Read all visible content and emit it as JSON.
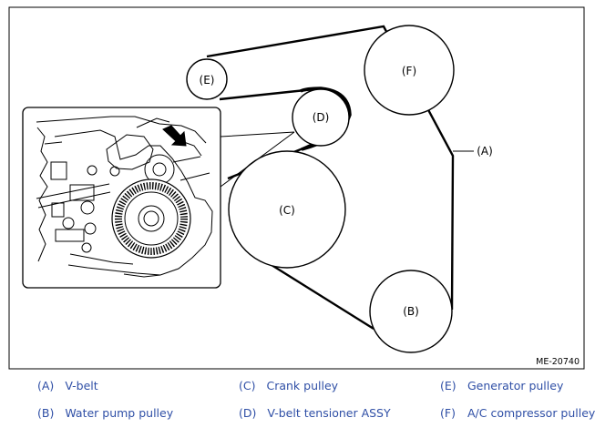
{
  "diagram": {
    "figure_id": "ME-20740",
    "pulley_labels": {
      "A": "(A)",
      "B": "(B)",
      "C": "(C)",
      "D": "(D)",
      "E": "(E)",
      "F": "(F)"
    }
  },
  "legend": [
    {
      "key": "(A)",
      "text": "V-belt"
    },
    {
      "key": "(B)",
      "text": "Water pump pulley"
    },
    {
      "key": "(C)",
      "text": "Crank pulley"
    },
    {
      "key": "(D)",
      "text": "V-belt tensioner ASSY"
    },
    {
      "key": "(E)",
      "text": "Generator pulley"
    },
    {
      "key": "(F)",
      "text": "A/C compressor pulley"
    }
  ],
  "colors": {
    "legend_text": "#2f4fa6",
    "line": "#000000"
  }
}
